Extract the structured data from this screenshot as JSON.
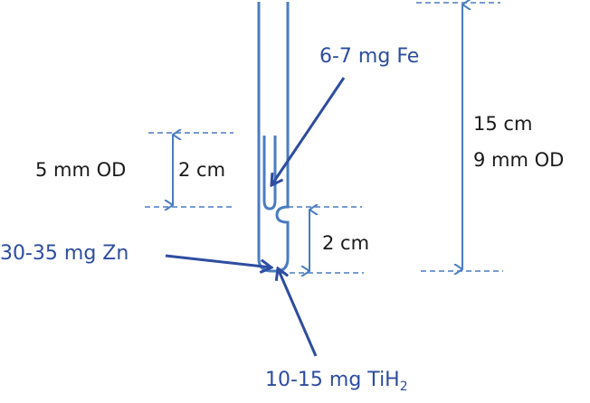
{
  "colors": {
    "tube": "#4A7CC0",
    "dimension": "#4A7CC0",
    "pointer_arrow": "#2E4DA0",
    "material_label": "#2E4DA0",
    "dimension_label": "#1a1a1a",
    "background": "#ffffff"
  },
  "labels": {
    "fe": "6-7 mg Fe",
    "zn": "30-35 mg Zn",
    "tih2_main": "10-15 mg TiH",
    "tih2_sub": "2",
    "inner_od": "5 mm OD",
    "inner_length": "2 cm",
    "lower_length": "2 cm",
    "outer_length": "15 cm",
    "outer_od": "9 mm OD"
  }
}
